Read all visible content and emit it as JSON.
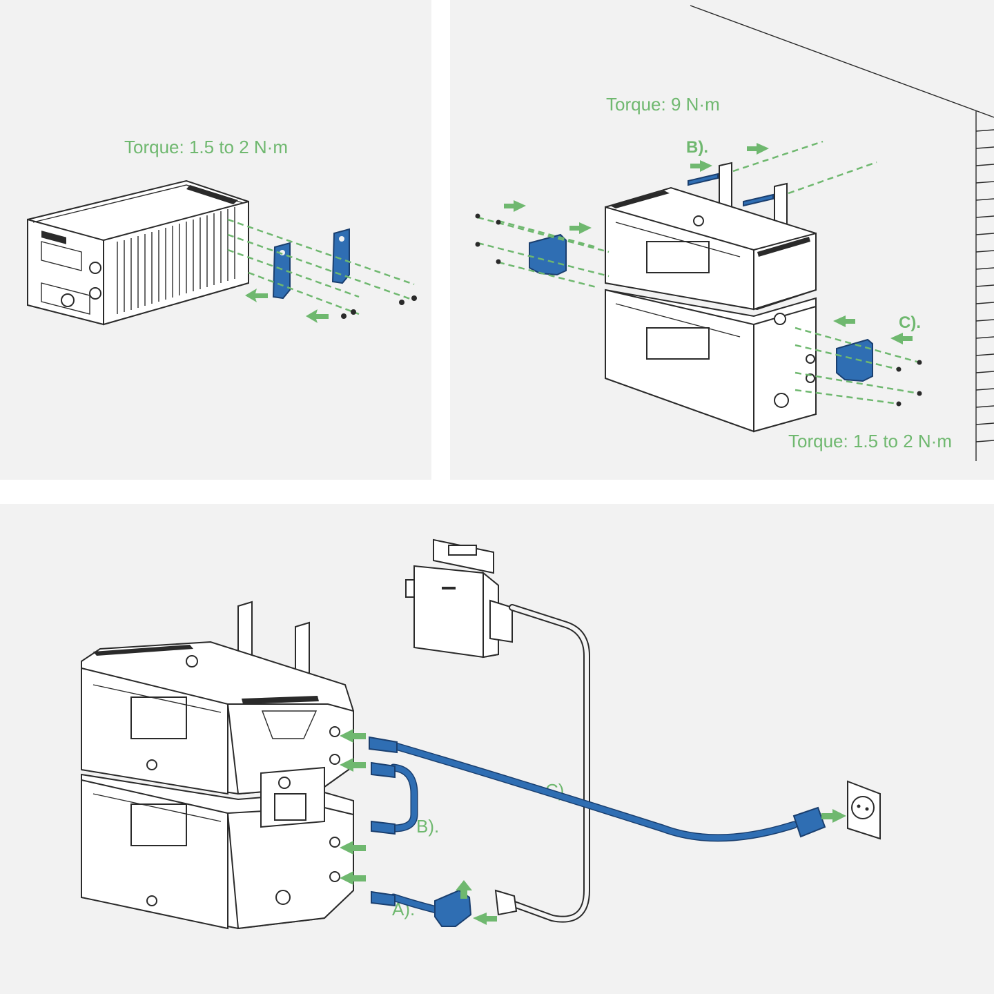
{
  "panel_top_left": {
    "torque_label": "Torque: 1.5 to 2 N·m"
  },
  "panel_top_right": {
    "torque_top_label": "Torque: 9 N·m",
    "torque_bottom_label": "Torque: 1.5 to 2 N·m",
    "step_b": "B).",
    "step_c": "C)."
  },
  "panel_bottom": {
    "step_a": "A).",
    "step_b": "B).",
    "step_c": "C)."
  },
  "colors": {
    "accent_green": "#6fb86f",
    "bracket_blue": "#2f6eb3",
    "line": "#2a2a2a",
    "panel_bg": "#f2f2f2"
  }
}
